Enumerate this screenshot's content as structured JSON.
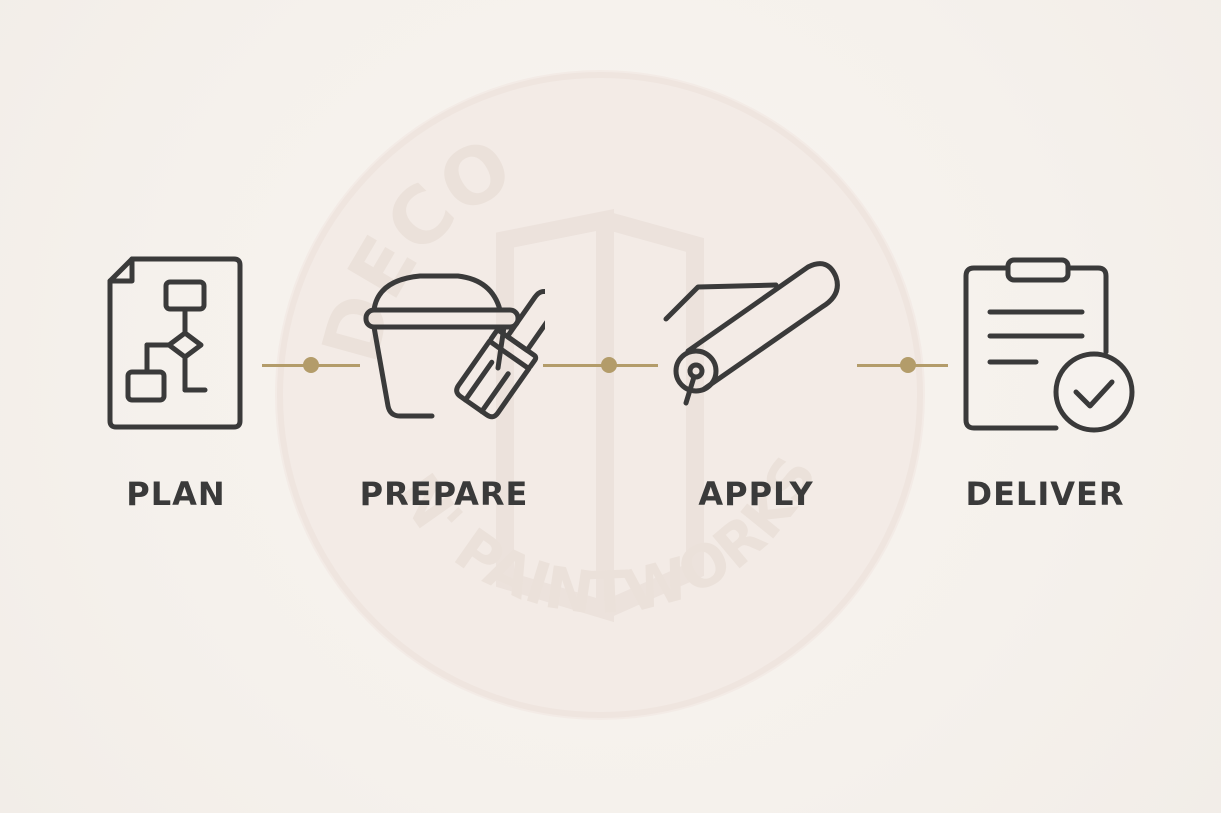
{
  "watermark": {
    "text_top": "DECO",
    "text_bottom": "N' PAINTWORKS"
  },
  "steps": [
    {
      "label": "PLAN",
      "icon": "flowchart-document-icon"
    },
    {
      "label": "PREPARE",
      "icon": "paint-bucket-brush-icon"
    },
    {
      "label": "APPLY",
      "icon": "paint-roller-icon"
    },
    {
      "label": "DELIVER",
      "icon": "clipboard-check-icon"
    }
  ],
  "colors": {
    "background": "#f6f2ee",
    "icon_stroke": "#3a3a3a",
    "connector": "#b39c6a",
    "watermark": "#efe6e0"
  }
}
